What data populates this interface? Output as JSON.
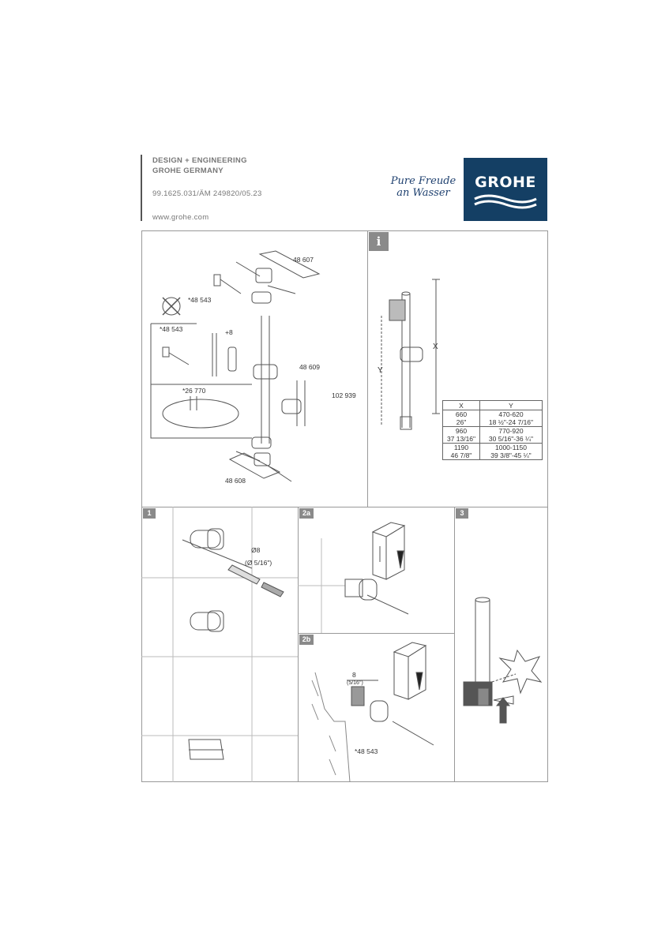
{
  "header": {
    "line1": "DESIGN + ENGINEERING",
    "line2": "GROHE GERMANY",
    "doc_ref": "99.1625.031/ÄM 249820/05.23",
    "website": "www.grohe.com"
  },
  "brand": {
    "slogan_line1": "Pure Freude",
    "slogan_line2": "an Wasser",
    "logo": "GROHE",
    "logo_color": "#143f64"
  },
  "overview": {
    "part_labels": {
      "p48607": "48 607",
      "p48543a": "*48 543",
      "p48543b": "*48 543",
      "plus8": "+8",
      "p48609": "48 609",
      "p26770": "*26 770",
      "p102939": "102 939",
      "p48608": "48 608"
    }
  },
  "info_panel": {
    "icon": "info-icon",
    "x_label": "X",
    "y_label": "Y",
    "table": {
      "headers": [
        "X",
        "Y"
      ],
      "rows": [
        {
          "x_mm": "660",
          "x_in": "26\"",
          "y_mm": "470-620",
          "y_in": "18 ½\"-24 7/16\""
        },
        {
          "x_mm": "960",
          "x_in": "37 13/16\"",
          "y_mm": "770-920",
          "y_in": "30 5/16\"-36 ¼\""
        },
        {
          "x_mm": "1190",
          "x_in": "46 7/8\"",
          "y_mm": "1000-1150",
          "y_in": "39 3/8\"-45 ¼\""
        }
      ]
    }
  },
  "steps": {
    "s1": {
      "tag": "1",
      "dim": "Ø8",
      "dim_in": "(Ø 5/16\")"
    },
    "s2a": {
      "tag": "2a"
    },
    "s2b": {
      "tag": "2b",
      "dim": "8",
      "dim_in": "(5/16\")",
      "part": "*48 543"
    },
    "s3": {
      "tag": "3"
    }
  }
}
